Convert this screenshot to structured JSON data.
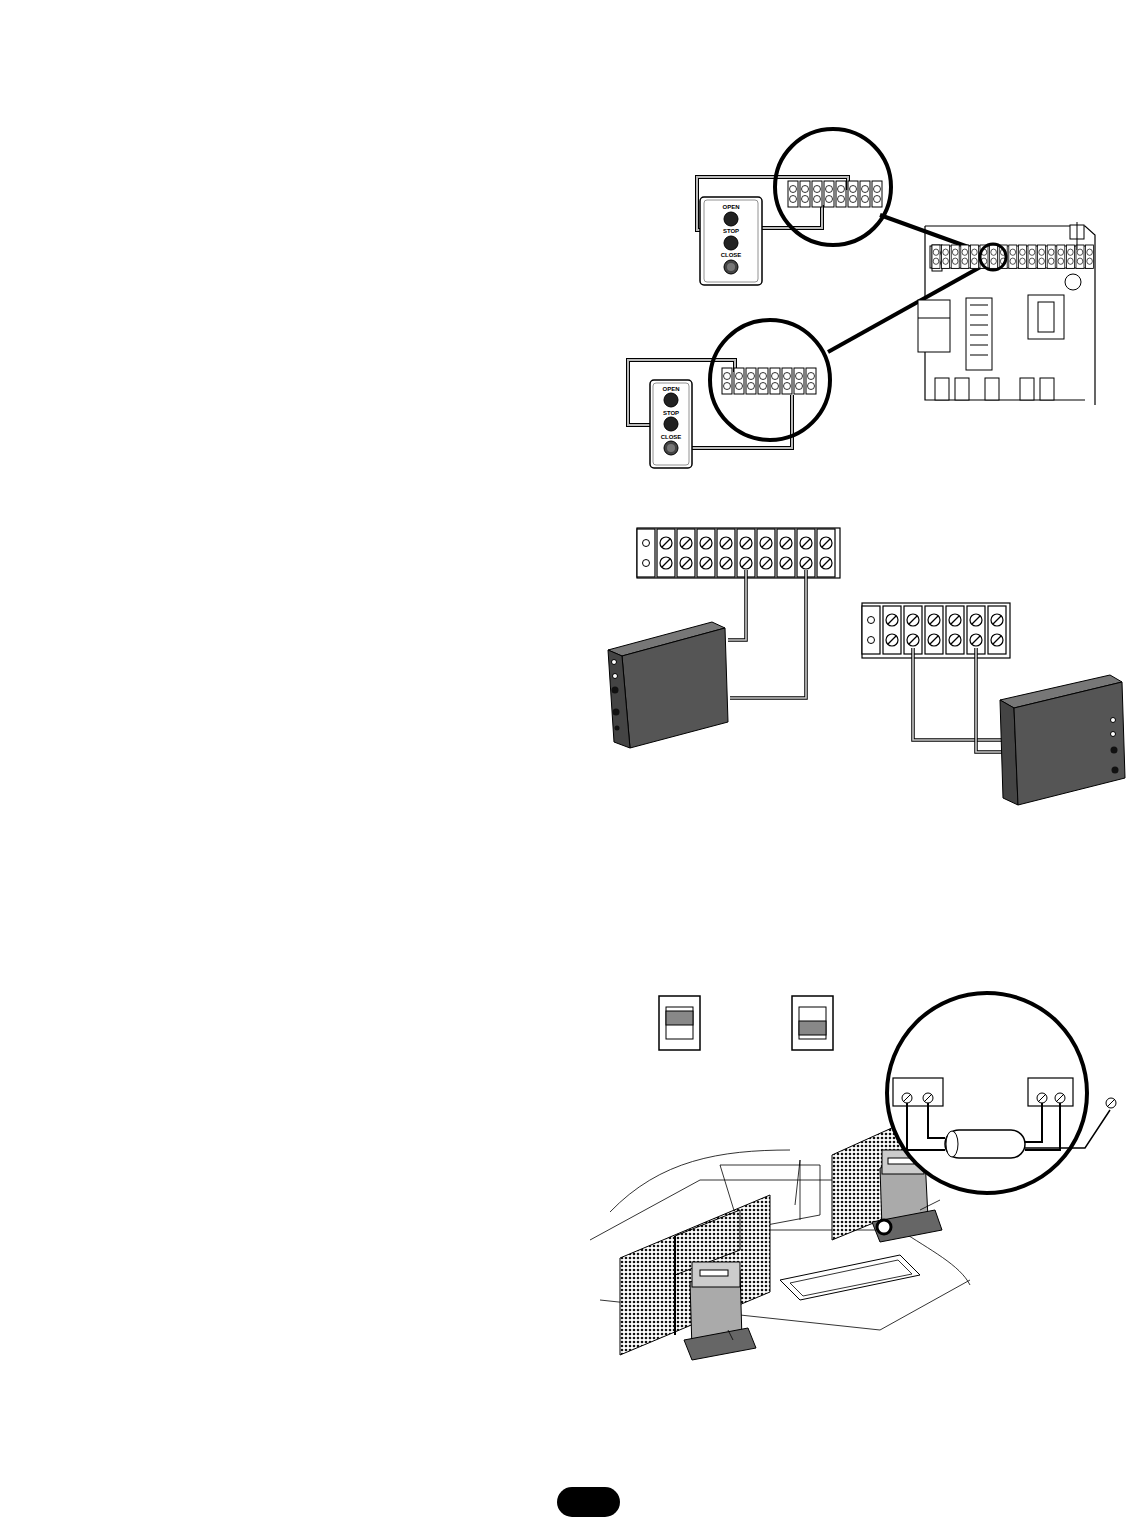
{
  "diagram": {
    "labels": [
      "OPEN",
      "STOP",
      "CLOSE",
      "OPEN",
      "STOP",
      "CLOSE"
    ]
  }
}
